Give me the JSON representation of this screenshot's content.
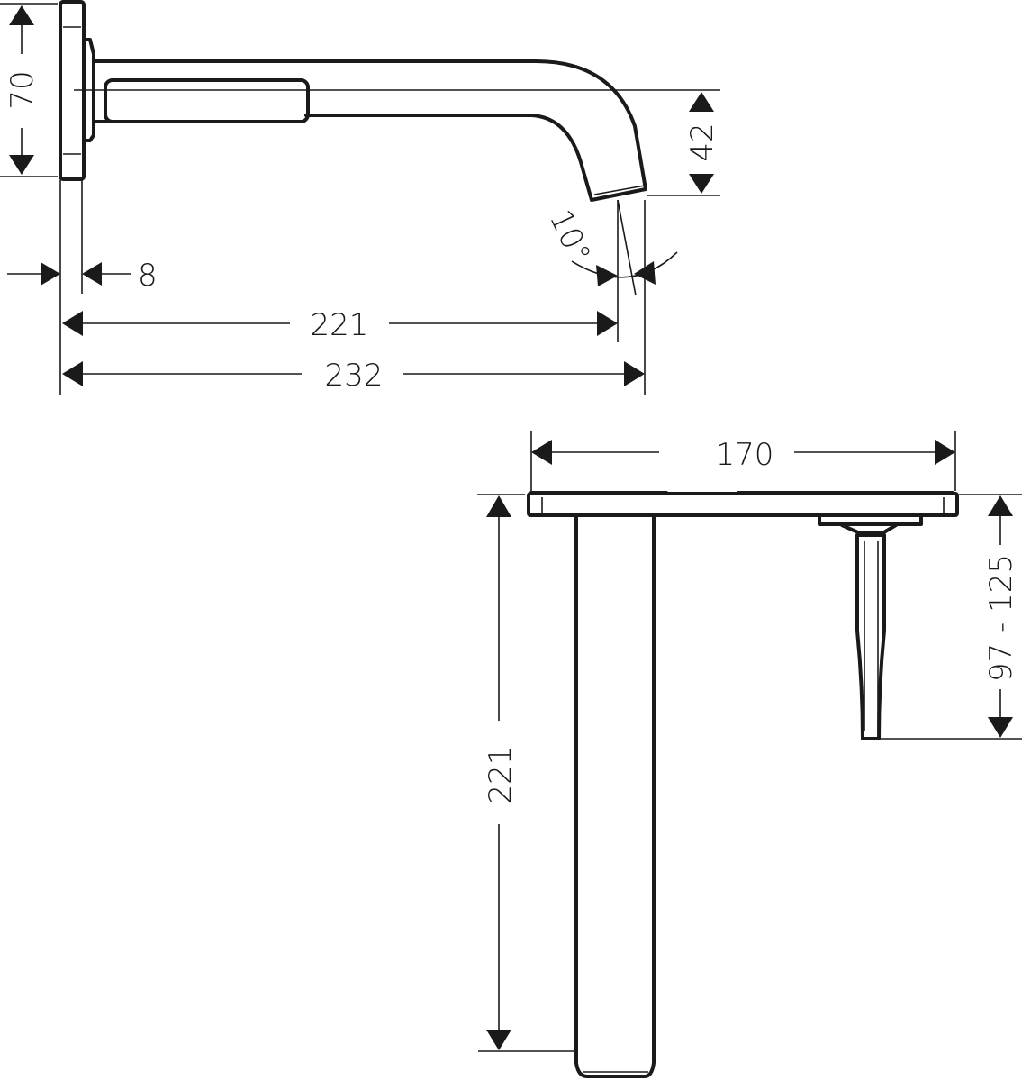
{
  "drawing": {
    "type": "technical dimension drawing",
    "subject": "wall-mounted basin spout with separate lever handle",
    "units": "mm",
    "side_view": {
      "dimensions": {
        "plate_height": "70",
        "spout_drop": "42",
        "plate_thickness": "8",
        "projection_to_outlet": "221",
        "overall_projection": "232",
        "outlet_angle": "10°"
      }
    },
    "top_view": {
      "dimensions": {
        "plate_width": "170",
        "spout_length": "221",
        "handle_length_range": "97 - 125"
      }
    }
  }
}
